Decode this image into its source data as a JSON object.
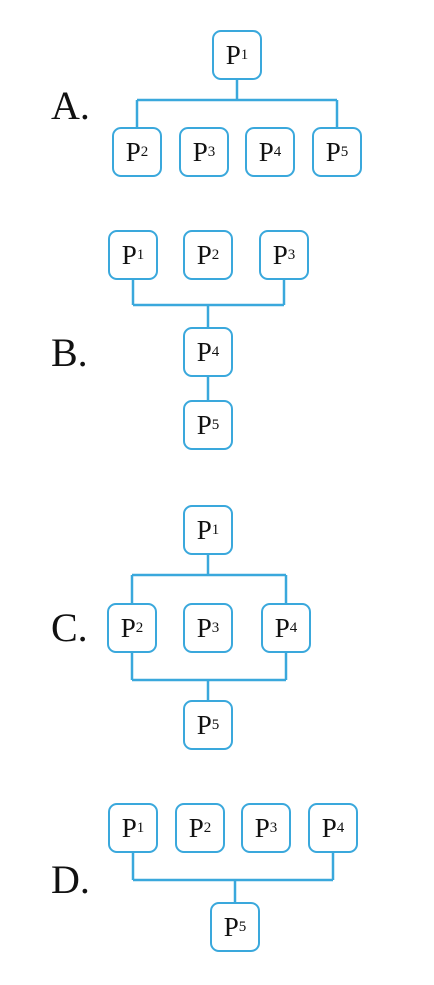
{
  "diagrams": [
    {
      "label": "A.",
      "nodes": [
        {
          "name": "P",
          "sub": "1"
        },
        {
          "name": "P",
          "sub": "2"
        },
        {
          "name": "P",
          "sub": "3"
        },
        {
          "name": "P",
          "sub": "4"
        },
        {
          "name": "P",
          "sub": "5"
        }
      ]
    },
    {
      "label": "B.",
      "nodes": [
        {
          "name": "P",
          "sub": "1"
        },
        {
          "name": "P",
          "sub": "2"
        },
        {
          "name": "P",
          "sub": "3"
        },
        {
          "name": "P",
          "sub": "4"
        },
        {
          "name": "P",
          "sub": "5"
        }
      ]
    },
    {
      "label": "C.",
      "nodes": [
        {
          "name": "P",
          "sub": "1"
        },
        {
          "name": "P",
          "sub": "2"
        },
        {
          "name": "P",
          "sub": "3"
        },
        {
          "name": "P",
          "sub": "4"
        },
        {
          "name": "P",
          "sub": "5"
        }
      ]
    },
    {
      "label": "D.",
      "nodes": [
        {
          "name": "P",
          "sub": "1"
        },
        {
          "name": "P",
          "sub": "2"
        },
        {
          "name": "P",
          "sub": "3"
        },
        {
          "name": "P",
          "sub": "4"
        },
        {
          "name": "P",
          "sub": "5"
        }
      ]
    }
  ],
  "colors": {
    "node_border": "#3aa8dc",
    "text": "#111111"
  }
}
